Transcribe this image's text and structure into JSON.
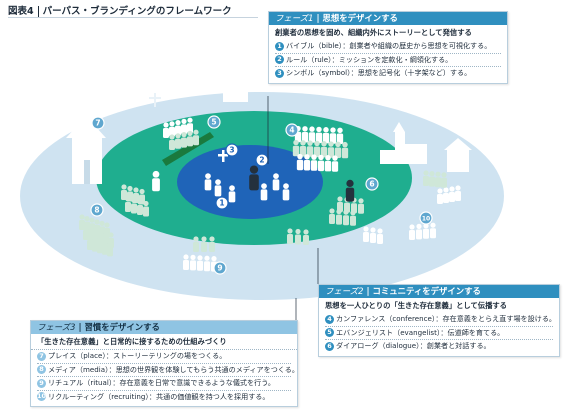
{
  "figure": {
    "label": "図表4",
    "title": "パーパス・ブランディングのフレームワーク"
  },
  "diagram": {
    "markers": [
      "1",
      "2",
      "3",
      "4",
      "5",
      "6",
      "7",
      "8",
      "9",
      "10"
    ]
  },
  "phase1": {
    "prefix": "フェーズ",
    "number": "1",
    "title": "思想をデザインする",
    "lead": "創業者の思想を固め、組織内外にストーリーとして発信する",
    "items": [
      {
        "num": "1",
        "text": "バイブル（bible）：創業者や組織の歴史から思想を可視化する。"
      },
      {
        "num": "2",
        "text": "ルール（rule）：ミッションを定款化・綱領化する。"
      },
      {
        "num": "3",
        "text": "シンボル（symbol）：思想を記号化（十字架など）する。"
      }
    ]
  },
  "phase2": {
    "prefix": "フェーズ",
    "number": "2",
    "title": "コミュニティをデザインする",
    "lead": "思想を一人ひとりの「生きた存在意義」として伝播する",
    "items": [
      {
        "num": "4",
        "text": "カンファレンス（conference）：存在意義をとらえ直す場を設ける。"
      },
      {
        "num": "5",
        "text": "エバンジェリスト（evangelist）：伝道師を育てる。"
      },
      {
        "num": "6",
        "text": "ダイアローグ（dialogue）：創業者と対話する。"
      }
    ]
  },
  "phase3": {
    "prefix": "フェーズ",
    "number": "3",
    "title": "習慣をデザインする",
    "lead": "「生きた存在意義」と日常的に接するための仕組みづくり",
    "items": [
      {
        "num": "7",
        "text": "プレイス（place）：ストーリーテリングの場をつくる。"
      },
      {
        "num": "8",
        "text": "メディア（media）：思想の世界観を体験してもらう共通のメディアをつくる。"
      },
      {
        "num": "9",
        "text": "リチュアル（ritual）：存在意義を日常で意識できるような儀式を行う。"
      },
      {
        "num": "10",
        "text": "リクルーティング（recruiting）：共通の価値観を持つ人を採用する。"
      }
    ]
  },
  "colors": {
    "outer_ring": "#cfe3f1",
    "middle_ring": "#1fae8f",
    "inner_core": "#1f64b8",
    "phase_header": "#2f8fbf",
    "phase3_header": "#8fc4e3",
    "figure_light": "#cfe7d8",
    "figure_dark": "#24313d"
  }
}
